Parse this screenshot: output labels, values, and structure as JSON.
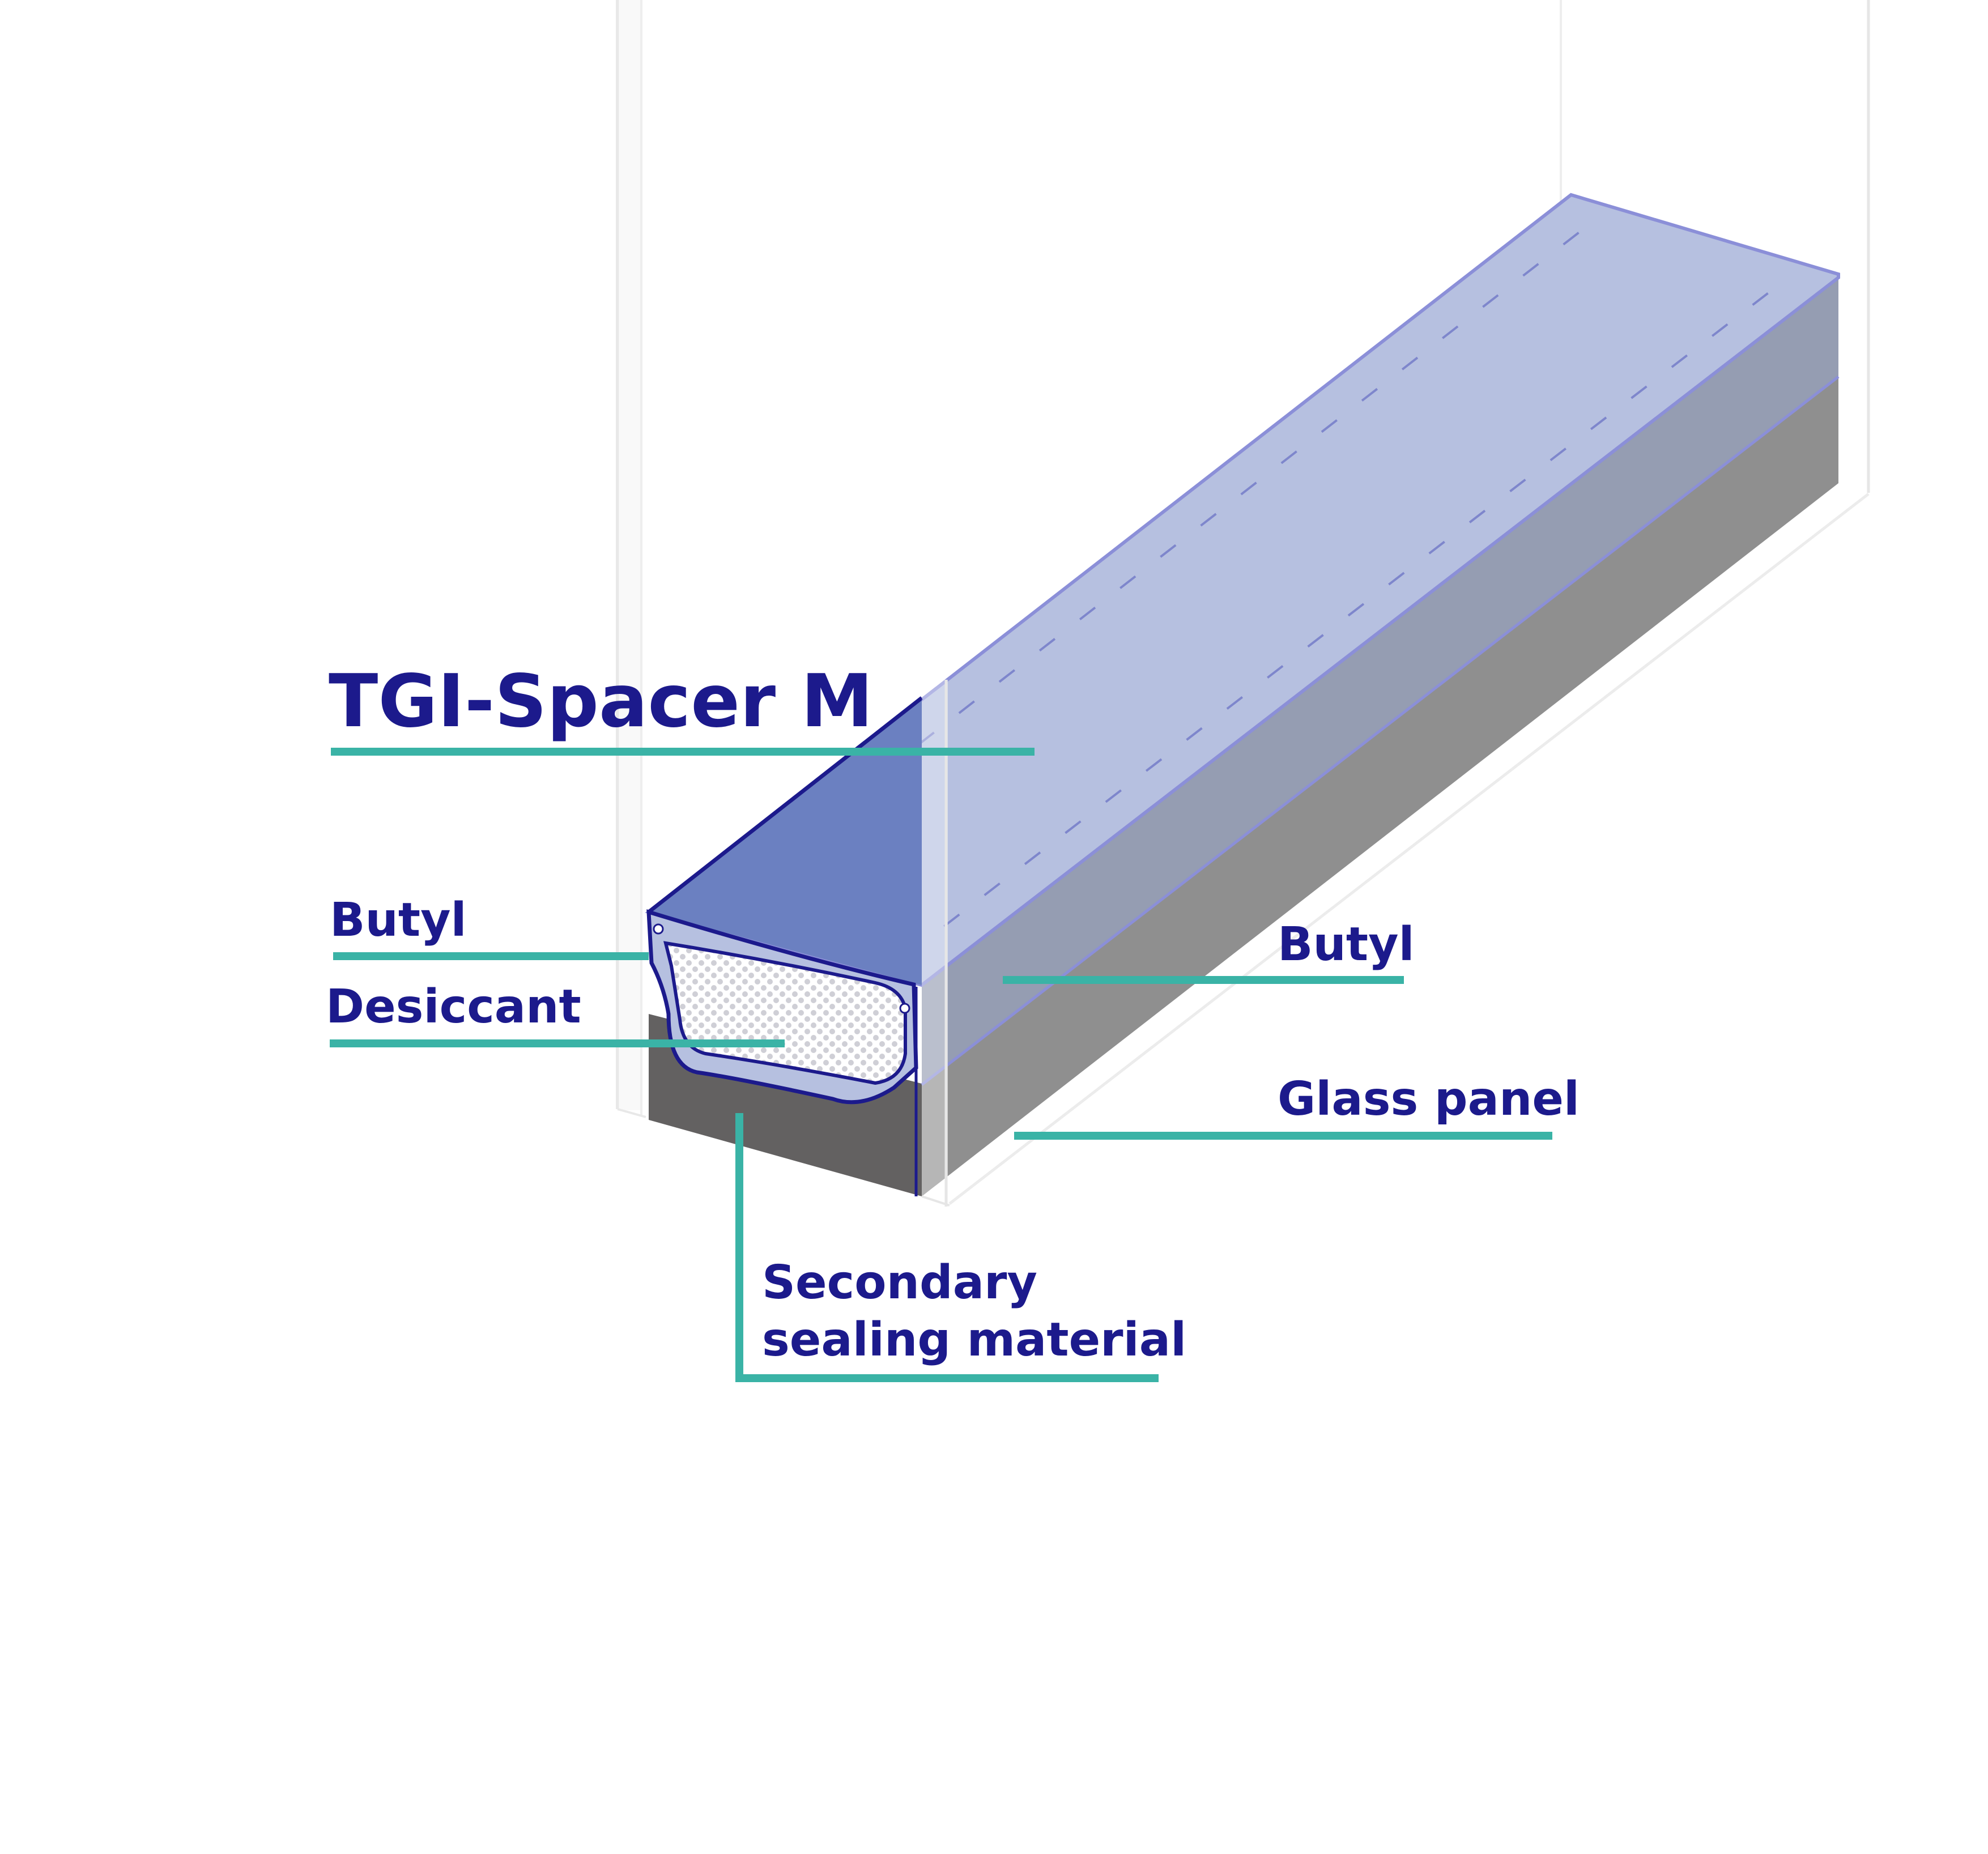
{
  "labels": {
    "title": "TGI-Spacer M",
    "butyl_left": "Butyl",
    "desiccant": "Desiccant",
    "butyl_right": "Butyl",
    "glass_panel": "Glass panel",
    "secondary_line1": "Secondary",
    "secondary_line2": "sealing material"
  },
  "colors": {
    "label_text": "#1c1a8c",
    "leader_line": "#3ab3a6",
    "spacer_top": "#b6c0e0",
    "spacer_front": "#6b80c1",
    "spacer_outline": "#1c1a8c",
    "butyl_band": "#959db2",
    "secondary_seal_side": "#8f8f8f",
    "secondary_seal_front": "#636161",
    "glass_edge": "#e6e6e6"
  },
  "icons": {
    "desiccant_fill": "dot-pattern"
  }
}
